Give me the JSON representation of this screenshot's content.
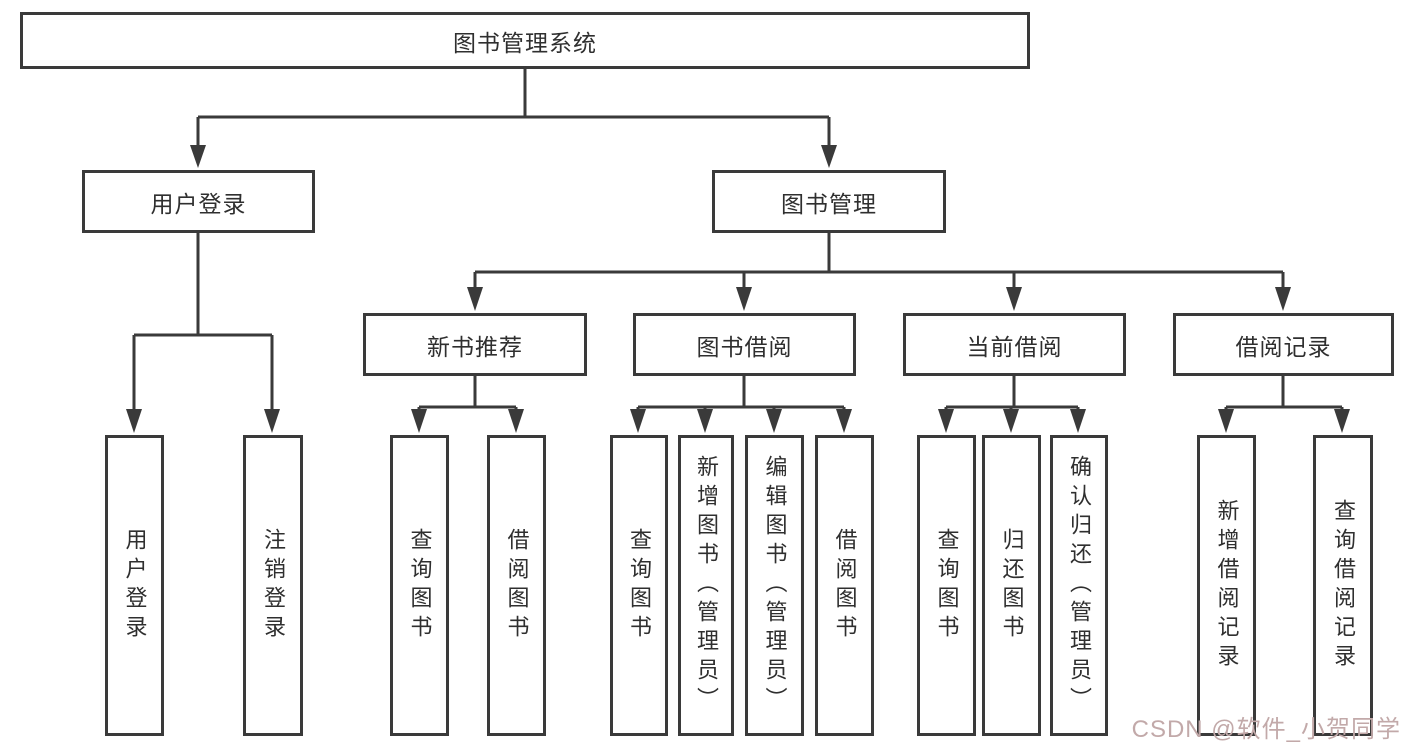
{
  "diagram": {
    "root": {
      "label": "图书管理系统"
    },
    "branches": [
      {
        "label": "用户登录",
        "children": [
          {
            "label": "用户登录"
          },
          {
            "label": "注销登录"
          }
        ]
      },
      {
        "label": "图书管理",
        "groups": [
          {
            "label": "新书推荐",
            "children": [
              {
                "label": "查询图书"
              },
              {
                "label": "借阅图书"
              }
            ]
          },
          {
            "label": "图书借阅",
            "children": [
              {
                "label": "查询图书"
              },
              {
                "label": "新增图书（管理员）"
              },
              {
                "label": "编辑图书（管理员）"
              },
              {
                "label": "借阅图书"
              }
            ]
          },
          {
            "label": "当前借阅",
            "children": [
              {
                "label": "查询图书"
              },
              {
                "label": "归还图书"
              },
              {
                "label": "确认归还（管理员）"
              }
            ]
          },
          {
            "label": "借阅记录",
            "children": [
              {
                "label": "新增借阅记录"
              },
              {
                "label": "查询借阅记录"
              }
            ]
          }
        ]
      }
    ]
  },
  "watermark": {
    "text": "CSDN @软件_小贺同学"
  },
  "colors": {
    "line": "#3a3a3a",
    "box_border": "#3a3a3a",
    "text": "#2f2f2f",
    "background": "#ffffff",
    "watermark": "#c2a9a9"
  }
}
